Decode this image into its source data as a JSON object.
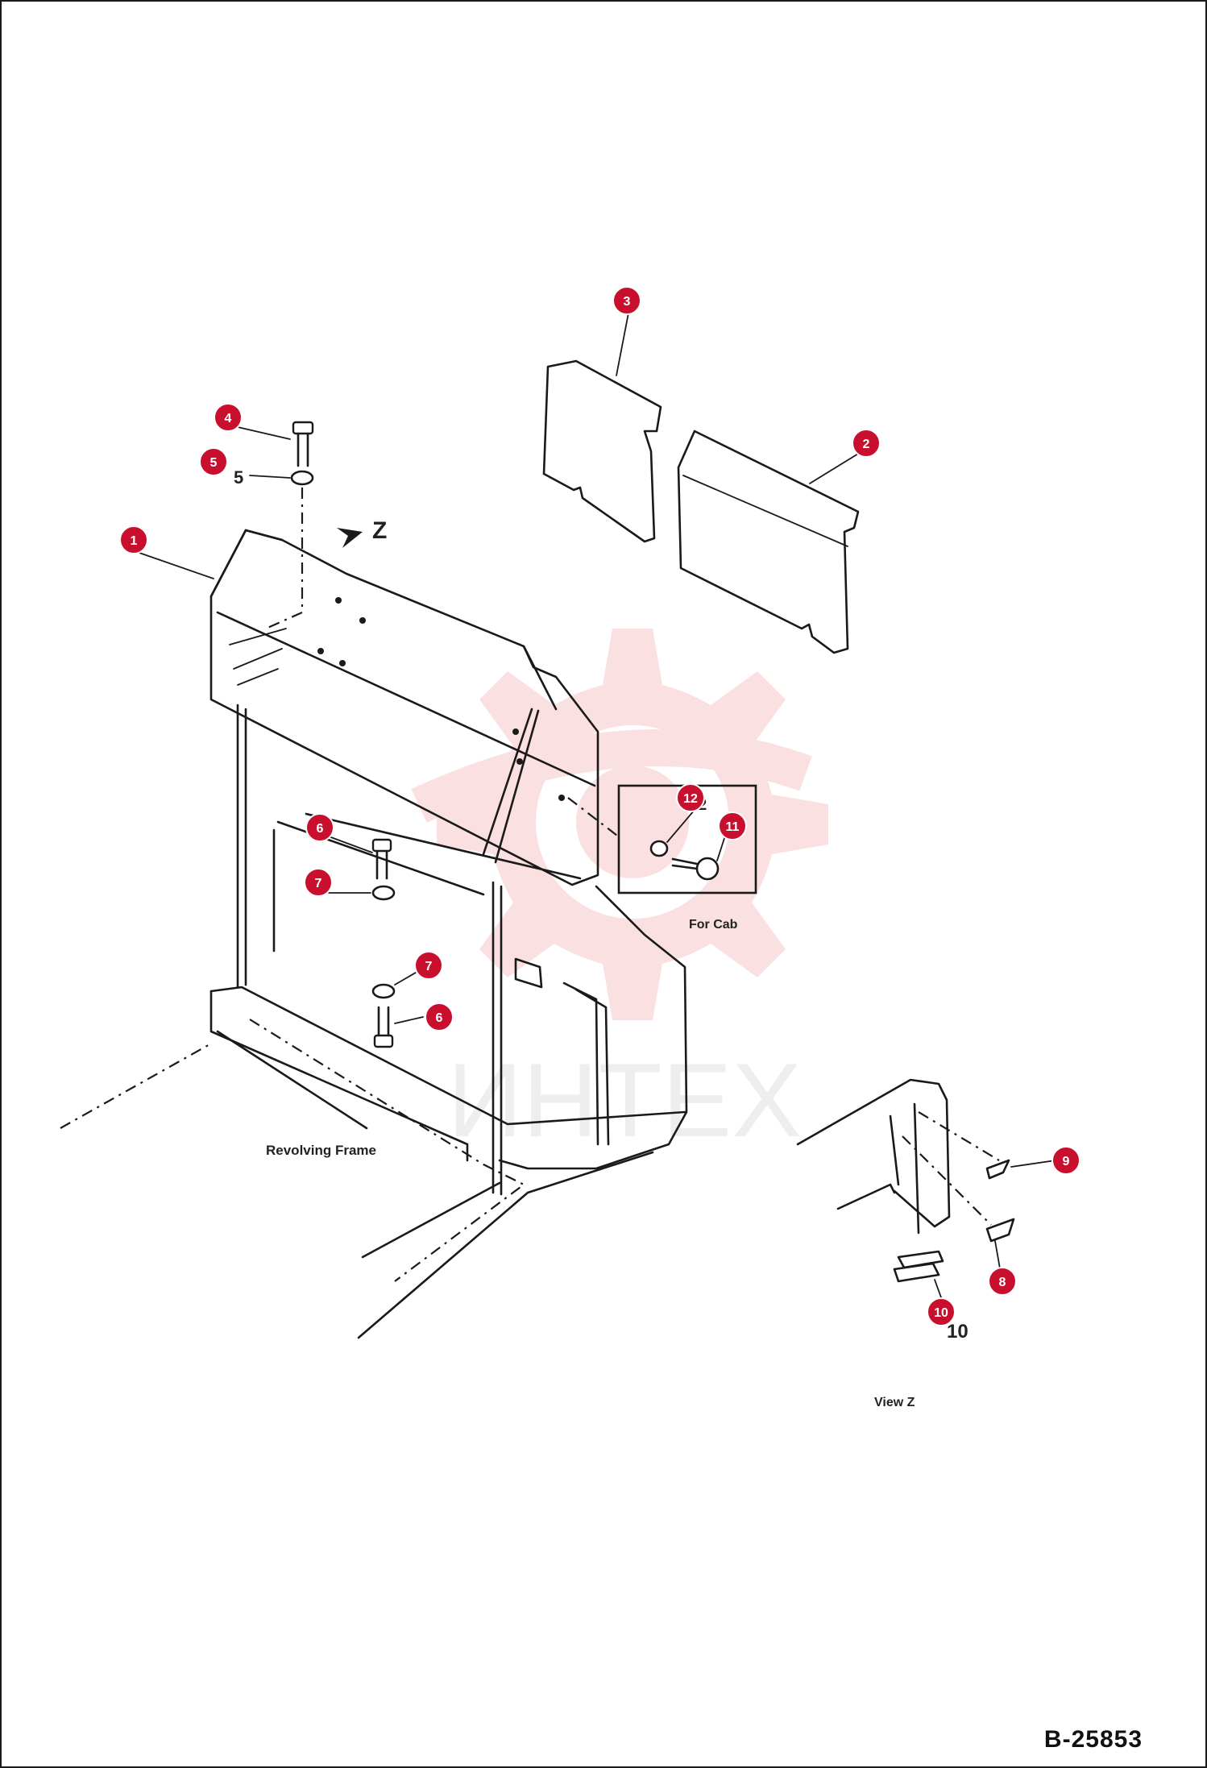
{
  "diagram": {
    "figure_id": "B-25853",
    "watermark_text": "ИНТЕХ",
    "labels": {
      "z_arrow": "Z",
      "for_cab": "For Cab",
      "revolving_frame": "Revolving Frame",
      "view_z": "View Z",
      "print_5": "5",
      "print_10": "10",
      "print_12": "12"
    },
    "callouts": [
      "1",
      "2",
      "3",
      "4",
      "5",
      "6",
      "7",
      "6",
      "7",
      "8",
      "9",
      "10",
      "11",
      "12"
    ],
    "colors": {
      "callout": "#c8102e",
      "ink": "#1a1a1a",
      "watermark": "#f6c7c7"
    }
  }
}
